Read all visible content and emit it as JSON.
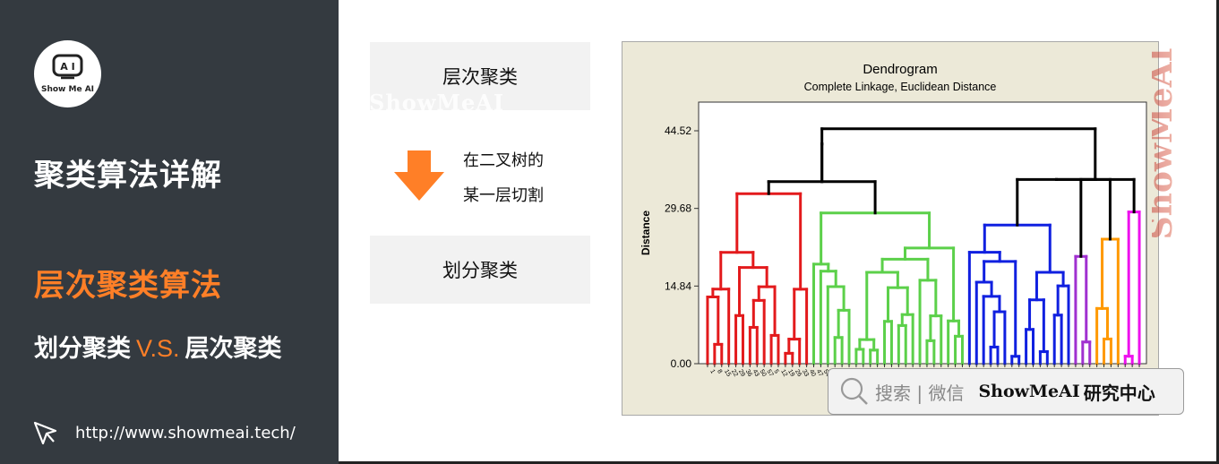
{
  "sidebar": {
    "logo_text": "Show Me AI",
    "section_title": "聚类算法详解",
    "topic_title": "层次聚类算法",
    "subtopic_left": "划分聚类",
    "subtopic_vs": "V.S.",
    "subtopic_right": "层次聚类",
    "url": "http://www.showmeai.tech/"
  },
  "flow": {
    "top_box": "层次聚类",
    "step_line1": "在二叉树的",
    "step_line2": "某一层切割",
    "bottom_box": "划分聚类",
    "watermark": "ShowMeAI"
  },
  "chart_data": {
    "type": "dendrogram",
    "title": "Dendrogram",
    "subtitle": "Complete Linkage, Euclidean Distance",
    "ylabel": "Distance",
    "yticks": [
      "44.52",
      "29.68",
      "14.84",
      "0.00"
    ],
    "ylim": [
      0,
      50
    ],
    "clusters": [
      {
        "color": "#e31a1c",
        "leaves": 15,
        "merge_height": 32.5
      },
      {
        "color": "#5cd04a",
        "leaves": 22,
        "merge_height": 28.8
      },
      {
        "color": "#1020e0",
        "leaves": 15,
        "merge_height": 26.5
      },
      {
        "color": "#a030d0",
        "leaves": 3,
        "merge_height": 20.5
      },
      {
        "color": "#ff9900",
        "leaves": 4,
        "merge_height": 23.8
      },
      {
        "color": "#ee10ee",
        "leaves": 3,
        "merge_height": 29.0
      }
    ],
    "top_merges": [
      34.8,
      35.2,
      42.0,
      44.9,
      44.2
    ]
  },
  "watermark_right": "ShowMeAI",
  "search": {
    "placeholder": "搜索 | 微信",
    "brand_en": "ShowMeAI",
    "brand_cn": "研究中心"
  },
  "colors": {
    "accent": "#ff7f27",
    "sidebar_bg": "#343a40",
    "chart_bg": "#ece9d8"
  }
}
